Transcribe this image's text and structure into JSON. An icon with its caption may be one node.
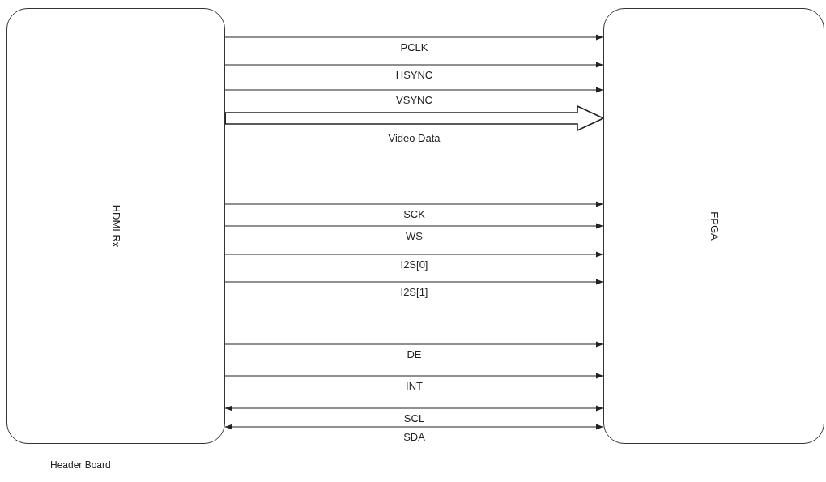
{
  "diagram": {
    "nodes": [
      {
        "text": [
          "HDMI Rx"
        ],
        "beside": [
          "Header Board"
        ]
      },
      {
        "text": [
          "FPGA"
        ]
      }
    ],
    "edges": [
      {
        "from": 0,
        "to": 1,
        "arrow": "to",
        "label": "PCLK"
      },
      {
        "from": 0,
        "to": 1,
        "arrow": "to",
        "label": "HSYNC"
      },
      {
        "from": 0,
        "to": 1,
        "arrow": "to",
        "label": "VSYNC"
      },
      {
        "from": 0,
        "to": 1,
        "arrow": "to",
        "label": "Video Data",
        "style": "thick"
      },
      {
        "from": 0,
        "to": 1,
        "arrow": "to",
        "label": "SCK"
      },
      {
        "from": 0,
        "to": 1,
        "arrow": "to",
        "label": "WS"
      },
      {
        "from": 0,
        "to": 1,
        "arrow": "to",
        "label": "I2S[0]"
      },
      {
        "from": 0,
        "to": 1,
        "arrow": "to",
        "label": "I2S[1]"
      },
      {
        "from": 0,
        "to": 1,
        "arrow": "to",
        "label": "DE"
      },
      {
        "from": 0,
        "to": 1,
        "arrow": "to",
        "label": "INT"
      },
      {
        "from": 0,
        "to": 1,
        "arrow": "both",
        "label": "SCL"
      },
      {
        "from": 0,
        "to": 1,
        "arrow": "both",
        "label": "SDA"
      }
    ]
  }
}
